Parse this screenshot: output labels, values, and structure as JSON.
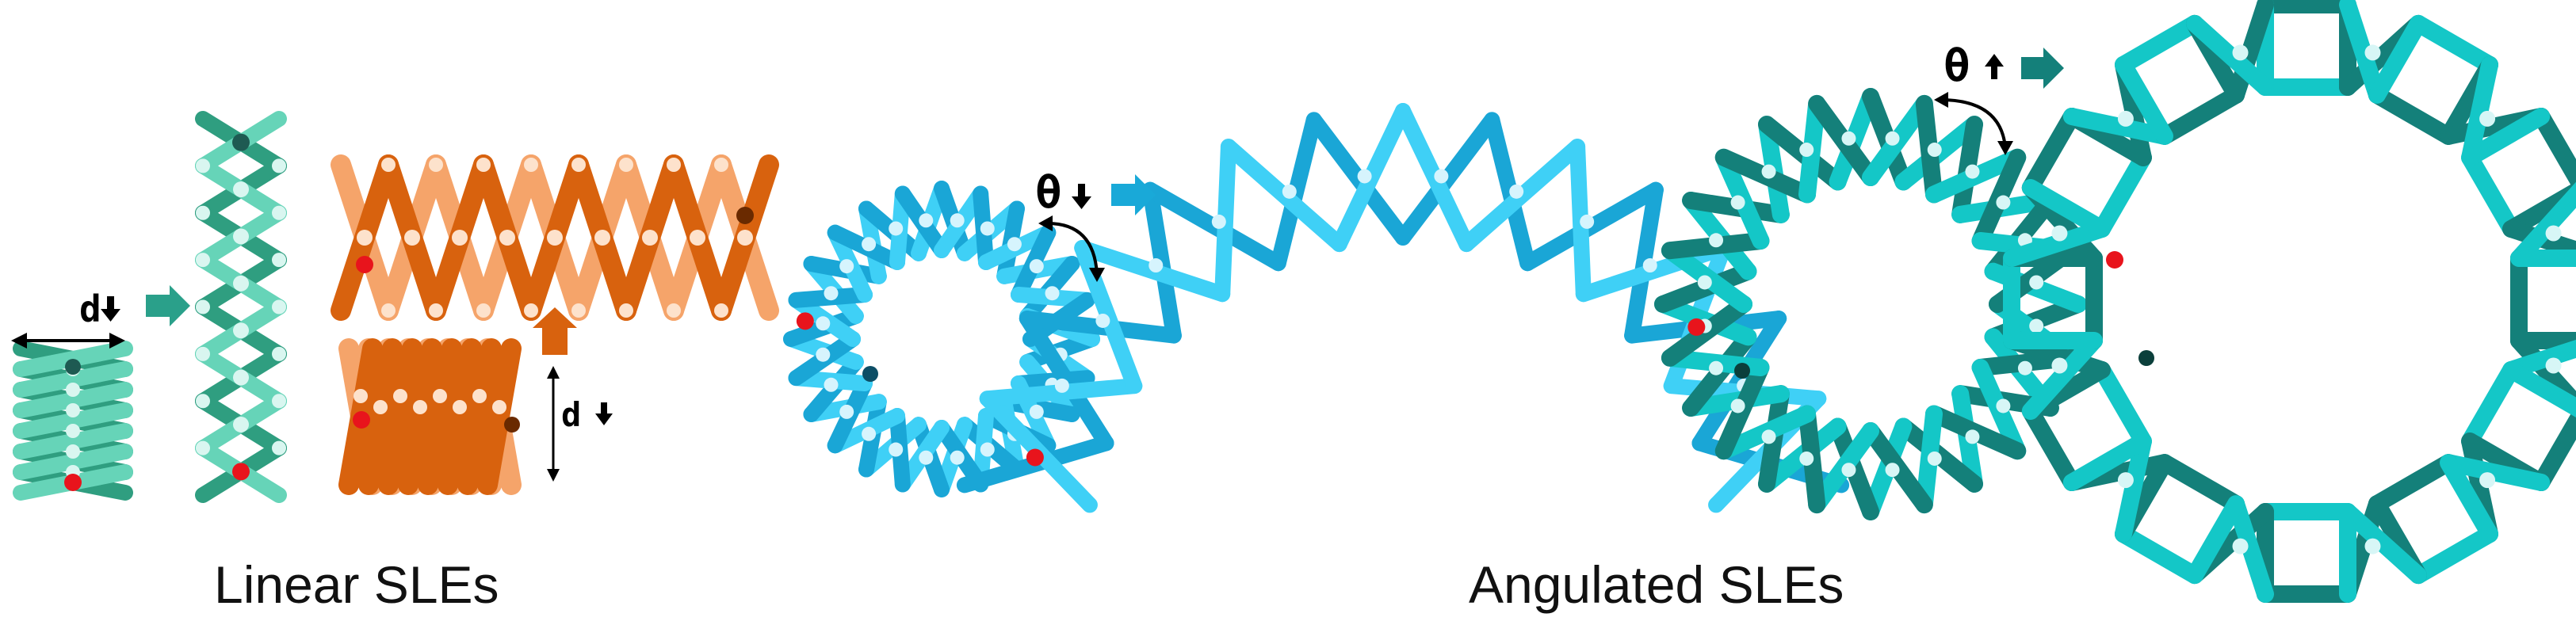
{
  "captions": {
    "linear": "Linear SLEs",
    "angulated": "Angulated SLEs"
  },
  "annotations": {
    "d_label_1": "d",
    "d_label_2": "d",
    "theta_label_1": "θ",
    "theta_label_2": "θ"
  },
  "colors": {
    "teal_light": "#66d4b8",
    "teal_dark": "#2f9e80",
    "orange_light": "#f5a46a",
    "orange_dark": "#d8620e",
    "sky_light": "#3fd0f6",
    "sky_dark": "#1aa6d6",
    "cyan_light": "#14c7c7",
    "cyan_dark": "#14807a",
    "pin_red": "#e8141c",
    "pin_dark": "#1e5a52",
    "joint_light": "#d9f6f0",
    "arrow_teal": "#2aa08a",
    "arrow_orange": "#d8620e",
    "arrow_sky": "#19a9d8"
  }
}
